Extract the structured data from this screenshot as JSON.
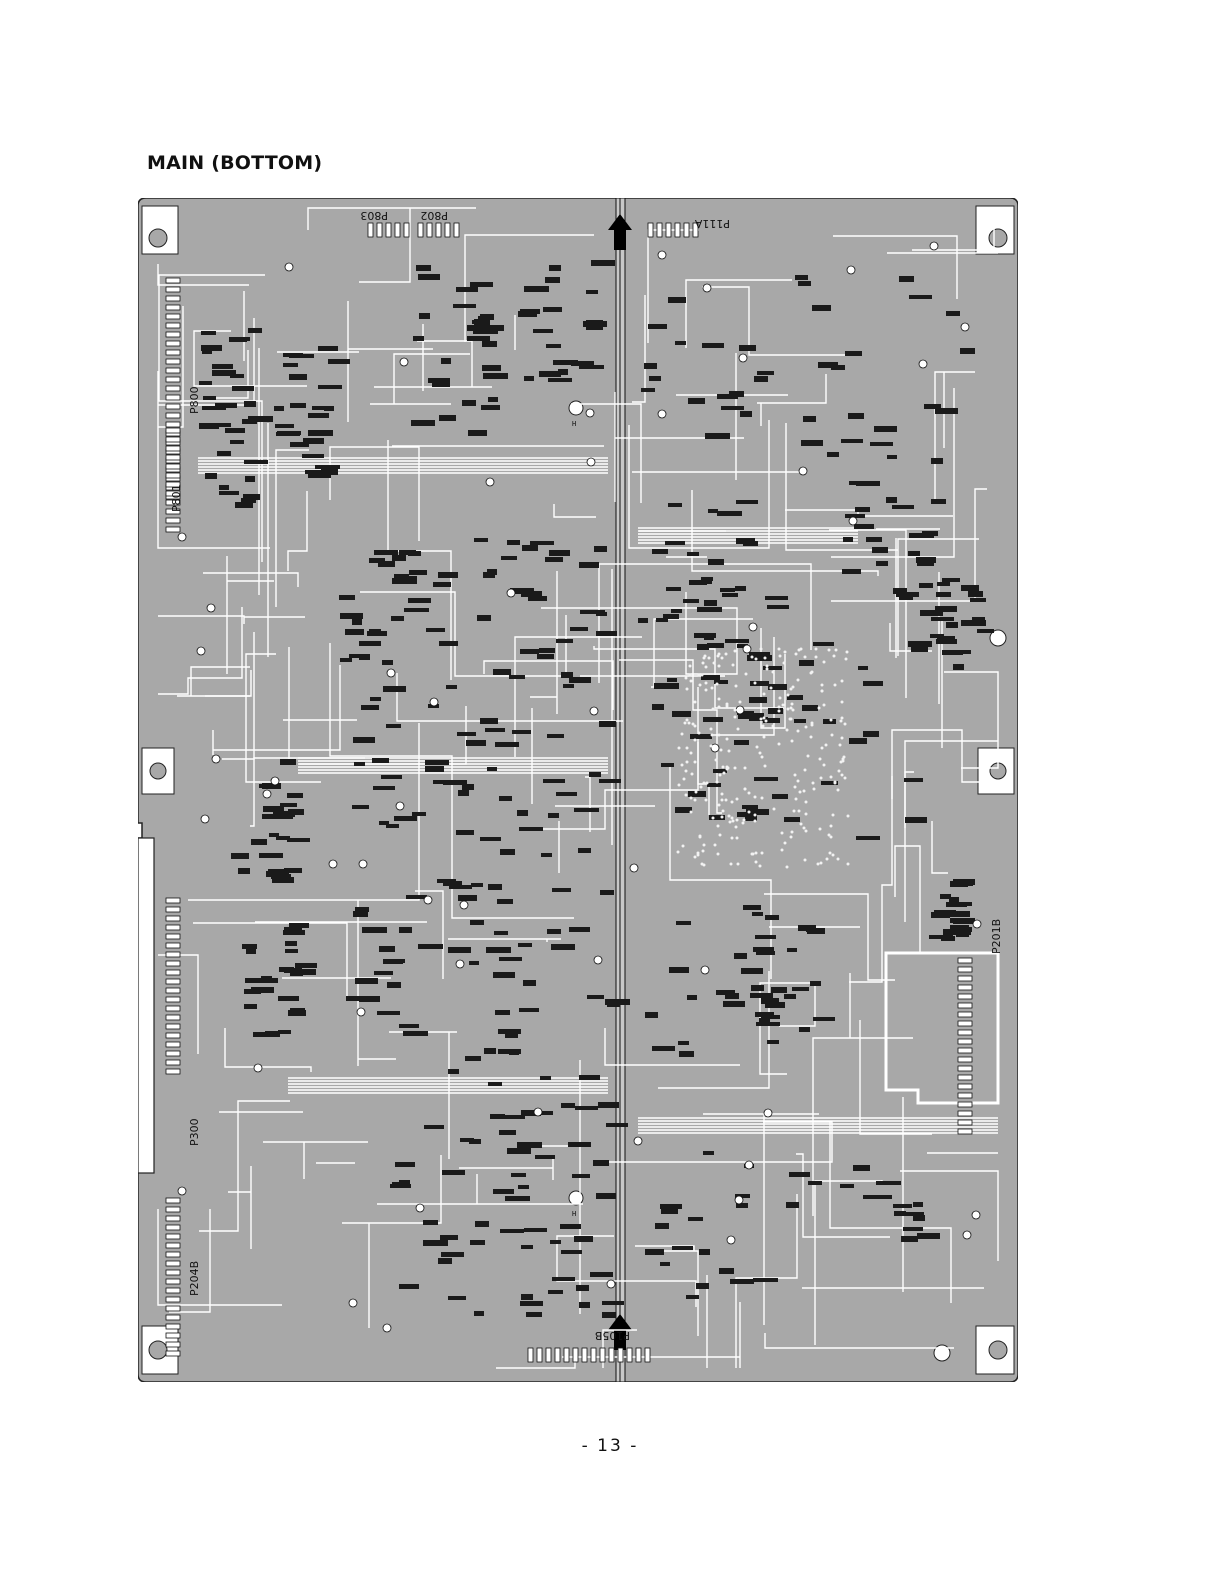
{
  "page": {
    "title": "MAIN (BOTTOM)",
    "page_number": "- 13 -"
  },
  "board": {
    "connectors": [
      "P803",
      "P802",
      "P111A",
      "P800",
      "P801",
      "P201B",
      "P300",
      "P204B",
      "P105B"
    ],
    "holes": [
      "H",
      "H"
    ],
    "colors": {
      "board_fill": "#a8a8a8",
      "board_outline": "#222222",
      "trace": "#ffffff",
      "component": "#1a1a1a",
      "arrow": "#000000"
    }
  }
}
